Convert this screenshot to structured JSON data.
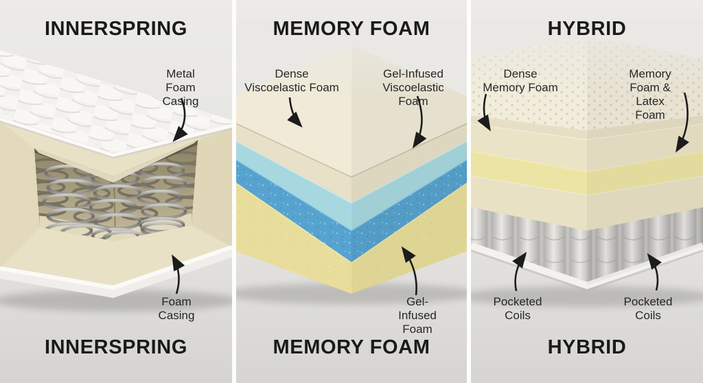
{
  "panels": [
    {
      "id": "innerspring",
      "title_top": "INNERSPRING",
      "title_bottom": "INNERSPRING",
      "labels": [
        {
          "text": "Metal\nFoam Casing"
        },
        {
          "text": "Foam\nCasing"
        }
      ]
    },
    {
      "id": "memory-foam",
      "title_top": "MEMORY FOAM",
      "title_bottom": "MEMORY FOAM",
      "labels": [
        {
          "text": "Dense\nViscoelastic Foam"
        },
        {
          "text": "Gel-Infused\nViscoelastic Foam"
        },
        {
          "text": "Gel-Infused\nFoam"
        }
      ]
    },
    {
      "id": "hybrid",
      "title_top": "HYBRID",
      "title_bottom": "HYBRID",
      "labels": [
        {
          "text": "Dense\nMemory Foam"
        },
        {
          "text": "Memory Foam &\nLatex Foam"
        },
        {
          "text": "Pocketed\nCoils"
        },
        {
          "text": "Pocketed\nCoils"
        }
      ]
    }
  ],
  "colors": {
    "background": "#e9e8e5",
    "divider": "#fdfdfc",
    "title_text": "#1a1a1a",
    "label_text": "#262626",
    "arrow": "#1c1c1c",
    "innerspring": {
      "quilt_fabric": "#f2f1ee",
      "foam_casing": "#e9e1c6",
      "cavity_shadow": "#3c362a",
      "coil_metal": "#8f8d88"
    },
    "memory_foam": {
      "dense_viscoelastic_foam": "#f0ead7",
      "gel_infused_viscoelastic_foam_light": "#a8d8df",
      "gel_infused_viscoelastic_foam_dark": "#57a3cf",
      "gel_infused_base_foam": "#e8dd9b"
    },
    "hybrid": {
      "latex_top": "#f1ecdb",
      "memory_foam_layer": "#ebe3c6",
      "latex_foam_layer": "#ece4a4",
      "transition_foam": "#e9e1c4",
      "pocketed_coils": "#d9d8d5"
    }
  }
}
